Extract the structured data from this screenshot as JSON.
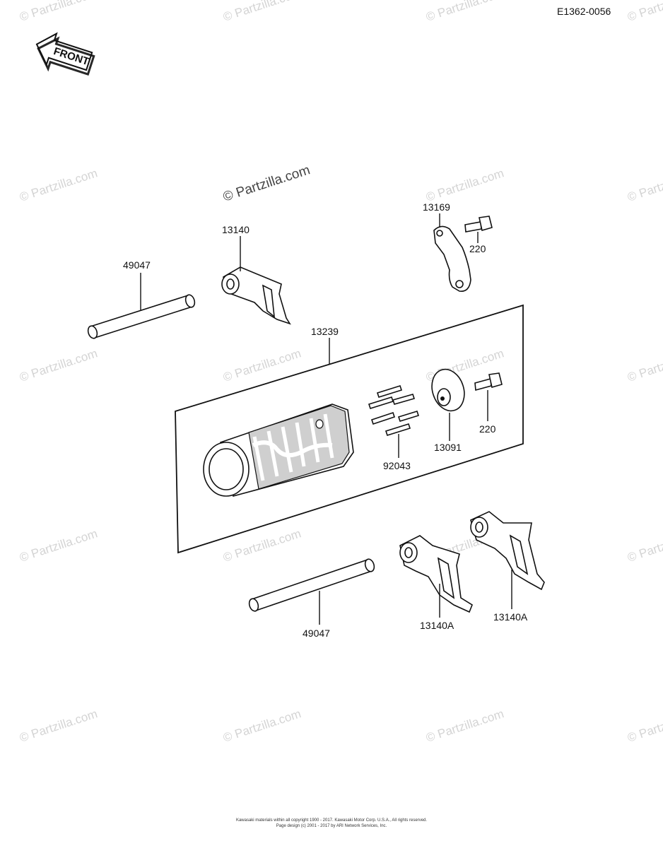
{
  "diagram_code": "E1362-0056",
  "front_badge": "FRONT",
  "watermarks": {
    "main": "© Partzilla.com",
    "repeat": "© Partzilla.com"
  },
  "parts": {
    "shaft_top": "49047",
    "fork_top": "13140",
    "plate": "13169",
    "bolt_top": "220",
    "drum_assy": "13239",
    "pins": "92043",
    "holder": "13091",
    "bolt_mid": "220",
    "shaft_bottom": "49047",
    "fork_a1": "13140A",
    "fork_a2": "13140A"
  },
  "footer": {
    "line1": "Kawasaki materials within all copyright 1900 - 2017. Kawasaki Motor Corp. U.S.A., All rights reserved.",
    "line2": "Page design (c) 2001 - 2017 by ARI Network Services, Inc."
  }
}
